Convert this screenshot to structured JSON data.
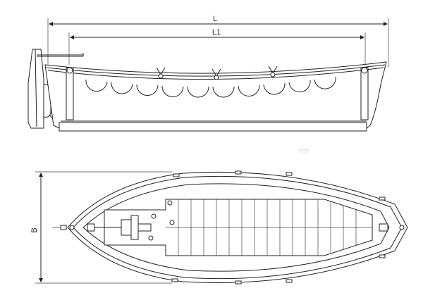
{
  "dimensions": {
    "overall_length_label": "L",
    "inner_length_label": "L1",
    "beam_label": "B"
  },
  "views": {
    "side": {
      "buoyancy_floats": 10,
      "lifting_hooks": 3
    },
    "top": {
      "seat_columns": 15
    }
  }
}
